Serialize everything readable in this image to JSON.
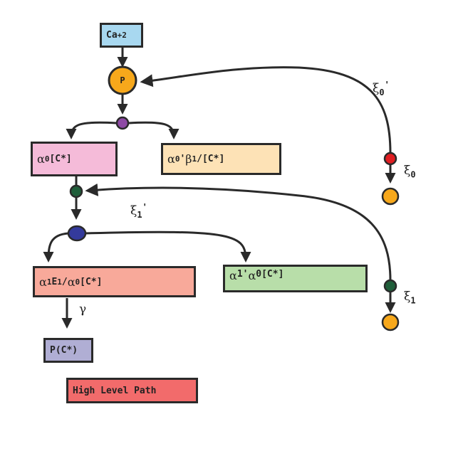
{
  "diagram": {
    "nodes": {
      "calcium": {
        "text": "Ca",
        "sup": "+2",
        "color": "#a8d8f0"
      },
      "p": {
        "text": "P",
        "color": "#f7a81b"
      },
      "alpha0": {
        "g": "α",
        "sub": "0",
        "rest": "[C*]",
        "color": "#f5bbd9"
      },
      "alpha0_beta1": {
        "g1": "α",
        "sub1": "0",
        "mid": "'",
        "g2": "β",
        "sub2": "1",
        "rest": "/[C*]",
        "color": "#fde2b6"
      },
      "alpha1E1": {
        "g1": "α",
        "sub1": "1",
        "e": "E",
        "esub": "1",
        "slash": "/",
        "g2": "α",
        "sub2": "0",
        "rest": "[C*]",
        "color": "#f8a99a"
      },
      "alpha1_alpha0": {
        "g1": "α",
        "t1": " 1'",
        "g2": "α",
        "t2": " 0[C*]",
        "color": "#b8dea9"
      },
      "pc": {
        "text": "P(C*)",
        "color": "#b0aed4"
      },
      "high_level": {
        "text": "High Level Path",
        "color": "#f26b6b"
      }
    },
    "labels": {
      "xi0prime": {
        "g": "ξ",
        "sub": "0",
        "sup": "'"
      },
      "xi0": {
        "g": "ξ",
        "sub": "0"
      },
      "xi1prime": {
        "g": "ξ",
        "sub": "1",
        "sup": "'"
      },
      "xi1": {
        "g": "ξ",
        "sub": "1"
      },
      "gamma": {
        "g": "γ"
      }
    },
    "colors": {
      "purple_dot": "#8e4aa5",
      "green_dot": "#1f5e3a",
      "blue_dot": "#343a9c",
      "red_dot": "#e01e22",
      "orange_dot": "#f7a81b",
      "stroke": "#2a2a2a"
    }
  }
}
